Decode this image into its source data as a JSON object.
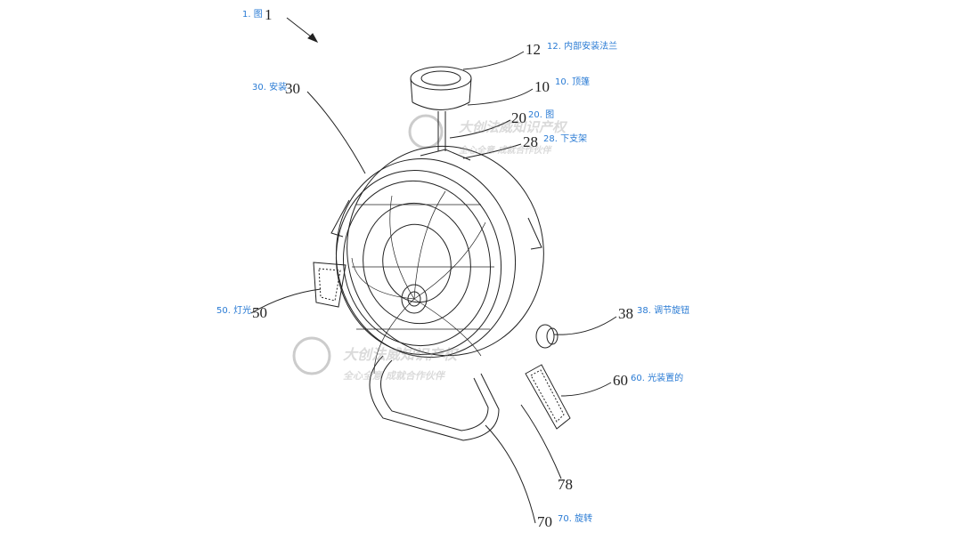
{
  "figure": {
    "title_label": "1. 图",
    "title_number": "1"
  },
  "callouts": [
    {
      "number": "12",
      "label": "12. 内部安装法兰"
    },
    {
      "number": "10",
      "label": "10. 顶篷"
    },
    {
      "number": "20",
      "label": "20. 图"
    },
    {
      "number": "28",
      "label": "28. 下支架"
    },
    {
      "number": "30",
      "label": "30. 安装"
    },
    {
      "number": "50",
      "label": "50. 灯光"
    },
    {
      "number": "38",
      "label": "38. 调节旋钮"
    },
    {
      "number": "60",
      "label": "60. 光装置的"
    },
    {
      "number": "78",
      "label": ""
    },
    {
      "number": "70",
      "label": "70. 旋转"
    }
  ],
  "watermark": {
    "line1": "大创法威知识产权",
    "line2": "全心全意 成就合作伙伴"
  },
  "colors": {
    "label": "#2a7bd4",
    "line": "#222222"
  }
}
